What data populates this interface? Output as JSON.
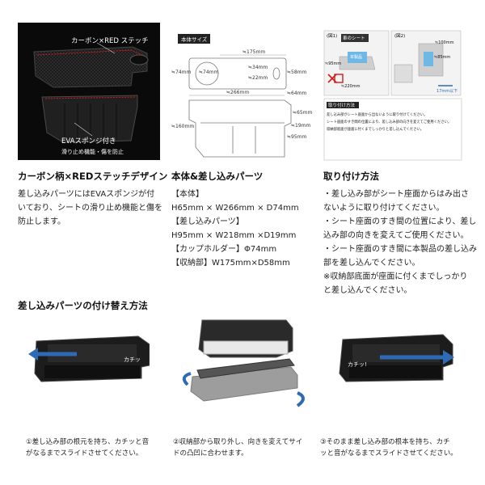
{
  "photo": {
    "label_top": "カーボン×RED ステッチ",
    "label_bottom": "EVAスポンジ付き",
    "label_sub": "滑り止め機能・傷を防止"
  },
  "dimensions": {
    "tag": "本体サイズ",
    "labels": [
      "≒175mm",
      "≒34mm",
      "≒74mm",
      "≒74mm",
      "≒22mm",
      "≒58mm",
      "≒266mm",
      "≒64mm",
      "≒65mm",
      "≒19mm",
      "≒160mm",
      "≒95mm"
    ]
  },
  "install_diagram": {
    "fig1": "(図1)",
    "fig2": "(図2)",
    "car_seat": "車のシート",
    "body_label": "本製品",
    "dim_a": "≒95mm",
    "dim_b": "≒220mm",
    "dim_c": "≒100mm",
    "dim_d": "≒85mm",
    "dim_e": "17mm以下",
    "note_head": "取り付け方法",
    "note_lines": [
      "差し込み部がシート座面から出ないように取り付けてください。",
      "シート座面のすき間の位置により、差し込み部の向きを変えてご使用ください。",
      "収納部底面が座面に付くまでしっかりと差し込んでください。"
    ]
  },
  "col1": {
    "title": "カーボン柄×REDステッチデザイン",
    "lines": [
      "差し込みパーツにはEVAスポンジが付",
      "いており、シートの滑り止め機能と傷を",
      "防止します。"
    ]
  },
  "col2": {
    "title": "本体&差し込みパーツ",
    "lines": [
      "【本体】",
      "H65mm × W266mm × D74mm",
      "【差し込みパーツ】",
      "H95mm × W218mm ×D19mm",
      "【カップホルダー】Φ74mm",
      "【収納部】W175mm×D58mm"
    ]
  },
  "col3": {
    "title": "取り付け方法",
    "lines": [
      "・差し込み部がシート座面からはみ出さ",
      "ないように取り付けてください。",
      "・シート座面のすき間の位置により、差し",
      "込み部の向きを変えてご使用ください。",
      "・シート座面のすき間に本製品の差し込み",
      "部を差し込んでください。",
      "※収納部底面が座面に付くまでしっかり",
      "と差し込んでください。"
    ]
  },
  "section2": {
    "title": "差し込みパーツの付け替え方法",
    "click1": "カチッ",
    "click2": "カチッ!",
    "steps": [
      {
        "lines": [
          "①差し込み部の根元を持ち、カチッと音",
          "がなるまでスライドさせてください。"
        ]
      },
      {
        "lines": [
          "②収納部から取り外し、向きを変えてサイ",
          "ドの凸凹に合わせます。"
        ]
      },
      {
        "lines": [
          "③そのまま差し込み部の根本を持ち、カチ",
          "ッと音がなるまでスライドさせてください。"
        ]
      }
    ]
  },
  "colors": {
    "accent_red": "#d41a1a",
    "arrow_blue": "#2f6bb5",
    "dark": "#1a1a1a"
  }
}
